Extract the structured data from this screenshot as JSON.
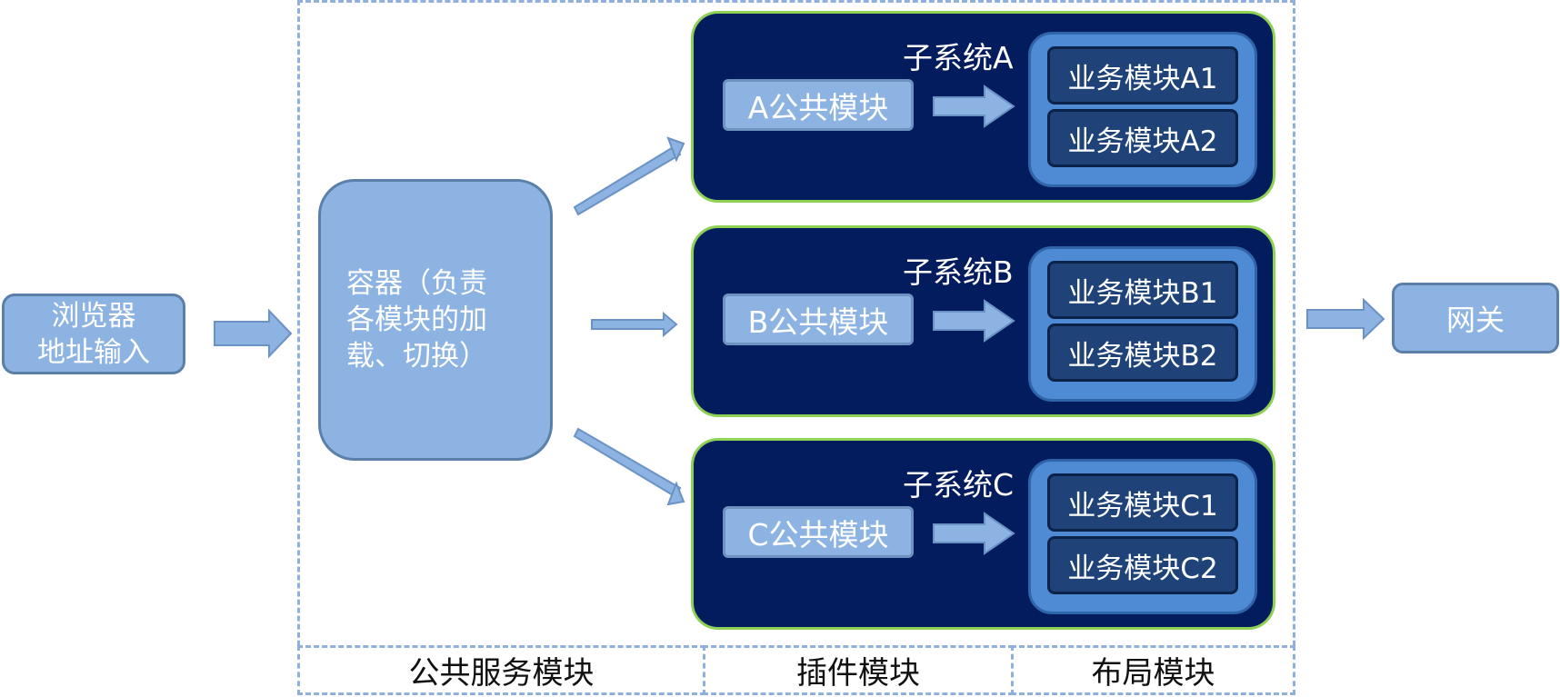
{
  "browser": {
    "lines": [
      "浏览器",
      "地址输入"
    ]
  },
  "container": {
    "lines": [
      "容器（负责",
      "各模块的加",
      "载、切换）"
    ]
  },
  "gateway": {
    "label": "网关"
  },
  "subsystems": [
    {
      "title": "子系统A",
      "public_module": "A公共模块",
      "business_modules": [
        "业务模块A1",
        "业务模块A2"
      ]
    },
    {
      "title": "子系统B",
      "public_module": "B公共模块",
      "business_modules": [
        "业务模块B1",
        "业务模块B2"
      ]
    },
    {
      "title": "子系统C",
      "public_module": "C公共模块",
      "business_modules": [
        "业务模块C1",
        "业务模块C2"
      ]
    }
  ],
  "bottom_labels": [
    "公共服务模块",
    "插件模块",
    "布局模块"
  ],
  "colors": {
    "light_box": "#8db3e2",
    "subsystem_bg": "#031c5e",
    "subsystem_border": "#8fd155",
    "business_group": "#4f8ad4",
    "business_item": "#1f4378",
    "dashed_border": "#8fb0dc"
  }
}
